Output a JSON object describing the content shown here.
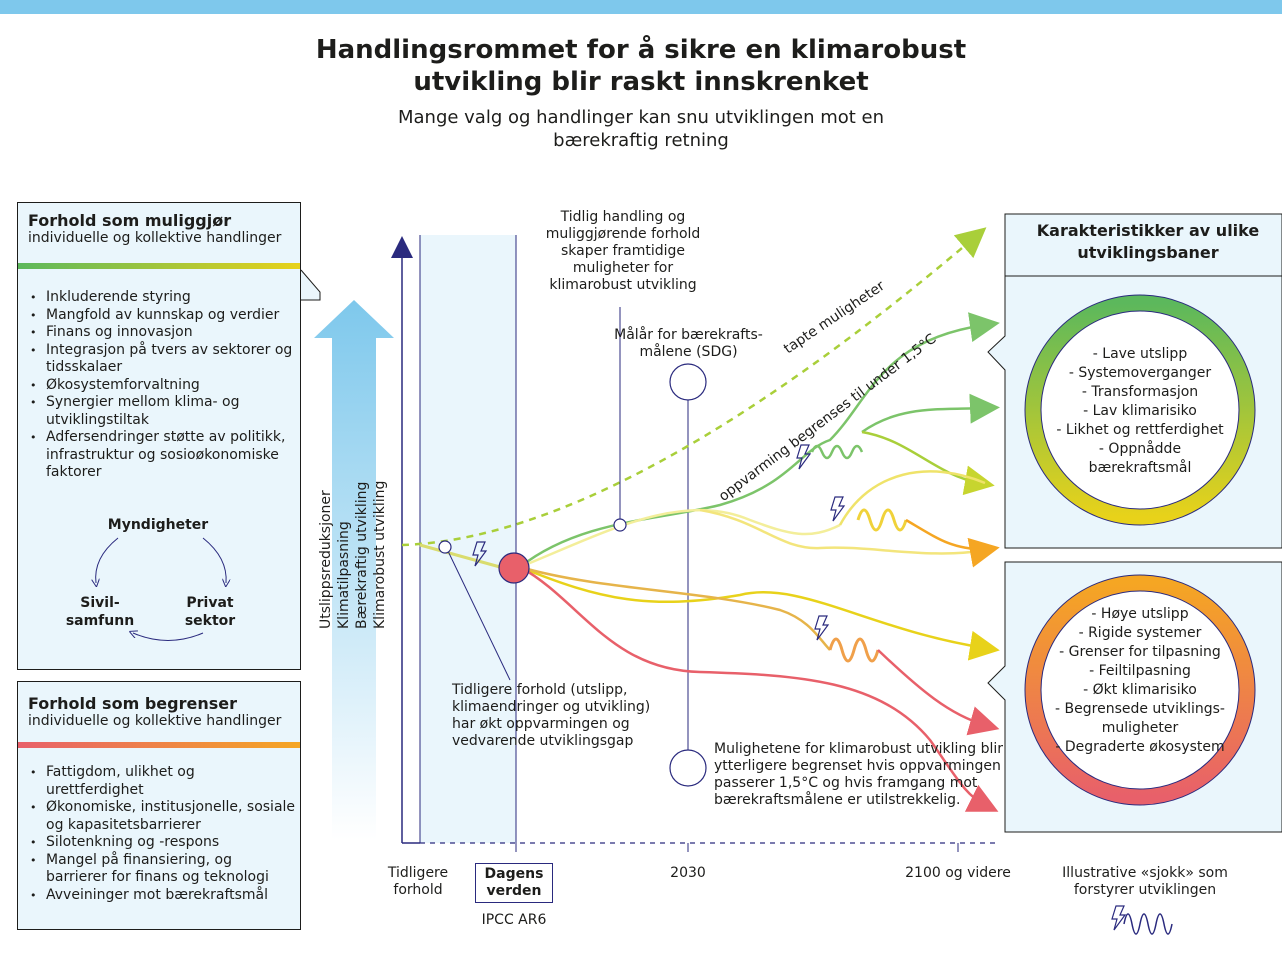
{
  "title": "Handlingsrommet for å sikre en klimarobust utvikling blir raskt innskrenket",
  "subtitle": "Mange valg og handlinger kan snu utviklingen mot en bærekraftig retning",
  "enabling": {
    "heading": "Forhold som muliggjør",
    "subheading": "individuelle og kollektive handlinger",
    "items": [
      "Inkluderende styring",
      "Mangfold av kunnskap og verdier",
      "Finans og innovasjon",
      "Integrasjon på tvers av sektorer og tidsskalaer",
      "Økosystemforvaltning",
      "Synergier mellom klima- og utviklingstiltak",
      "Adfersendringer støtte av politikk, infrastruktur og sosioøkonomiske faktorer"
    ],
    "actors": {
      "government": "Myndigheter",
      "civil_society": "Sivil-samfunn",
      "private_sector": "Privat sektor"
    }
  },
  "constraining": {
    "heading": "Forhold som begrenser",
    "subheading": "individuelle og kollektive handlinger",
    "items": [
      "Fattigdom, ulikhet og urettferdighet",
      "Økonomiske, institusjonelle, sosiale og kapasitetsbarrierer",
      "Silotenkning og -respons",
      "Mangel på finansiering, og barrierer for finans og teknologi",
      "Avveininger mot bærekraftsmål"
    ]
  },
  "arrow_labels": [
    "Utslippsreduksjoner",
    "Klimatilpasning",
    "Bærekraftig utvikling",
    "Klimarobust utvikling"
  ],
  "annotations": {
    "early_action": "Tidlig handling og muliggjørende forhold skaper framtidige muligheter for klimarobust utvikling",
    "sdg_gauge": "Målår for bærekrafts-målene (SDG)",
    "missed": "tapte muligheter",
    "warming_limited": "oppvarming begrenses til under 1,5°C",
    "past_conditions": "Tidligere forhold (utslipp, klimaendringer og utvikling) har økt oppvarmingen og vedvarende utviklingsgap",
    "constrained": "Mulighetene for klimarobust utvikling blir ytterligere begrenset hvis oppvarmingen passerer 1,5°C og hvis framgang mot bærekraftsmålene er utilstrekkelig."
  },
  "x_axis": {
    "labels": [
      "Tidligere forhold",
      "Dagens verden",
      "2030",
      "2100 og videre"
    ],
    "source": "IPCC AR6"
  },
  "characteristics": {
    "heading": "Karakteristikker av ulike utviklingsbaner",
    "good": [
      "- Lave utslipp",
      "- Systemoverganger",
      "- Transformasjon",
      "- Lav klimarisiko",
      "- Likhet og rettferdighet",
      "- Oppnådde bærekraftsmål"
    ],
    "bad": [
      "- Høye utslipp",
      "- Rigide systemer",
      "- Grenser for tilpasning",
      "- Feiltilpasning",
      "- Økt klimarisiko",
      "- Begrensede utviklings-muligheter",
      "- Degraderte økosystem"
    ]
  },
  "legend": {
    "shock": "Illustrative «sjokk» som forstyrer utviklingen"
  },
  "colors": {
    "blue": "#7ec8ec",
    "navy": "#2a2a7e",
    "green": "#5cb85c",
    "yellow": "#e8d21a",
    "orange": "#f5a623",
    "red": "#e8606a"
  }
}
